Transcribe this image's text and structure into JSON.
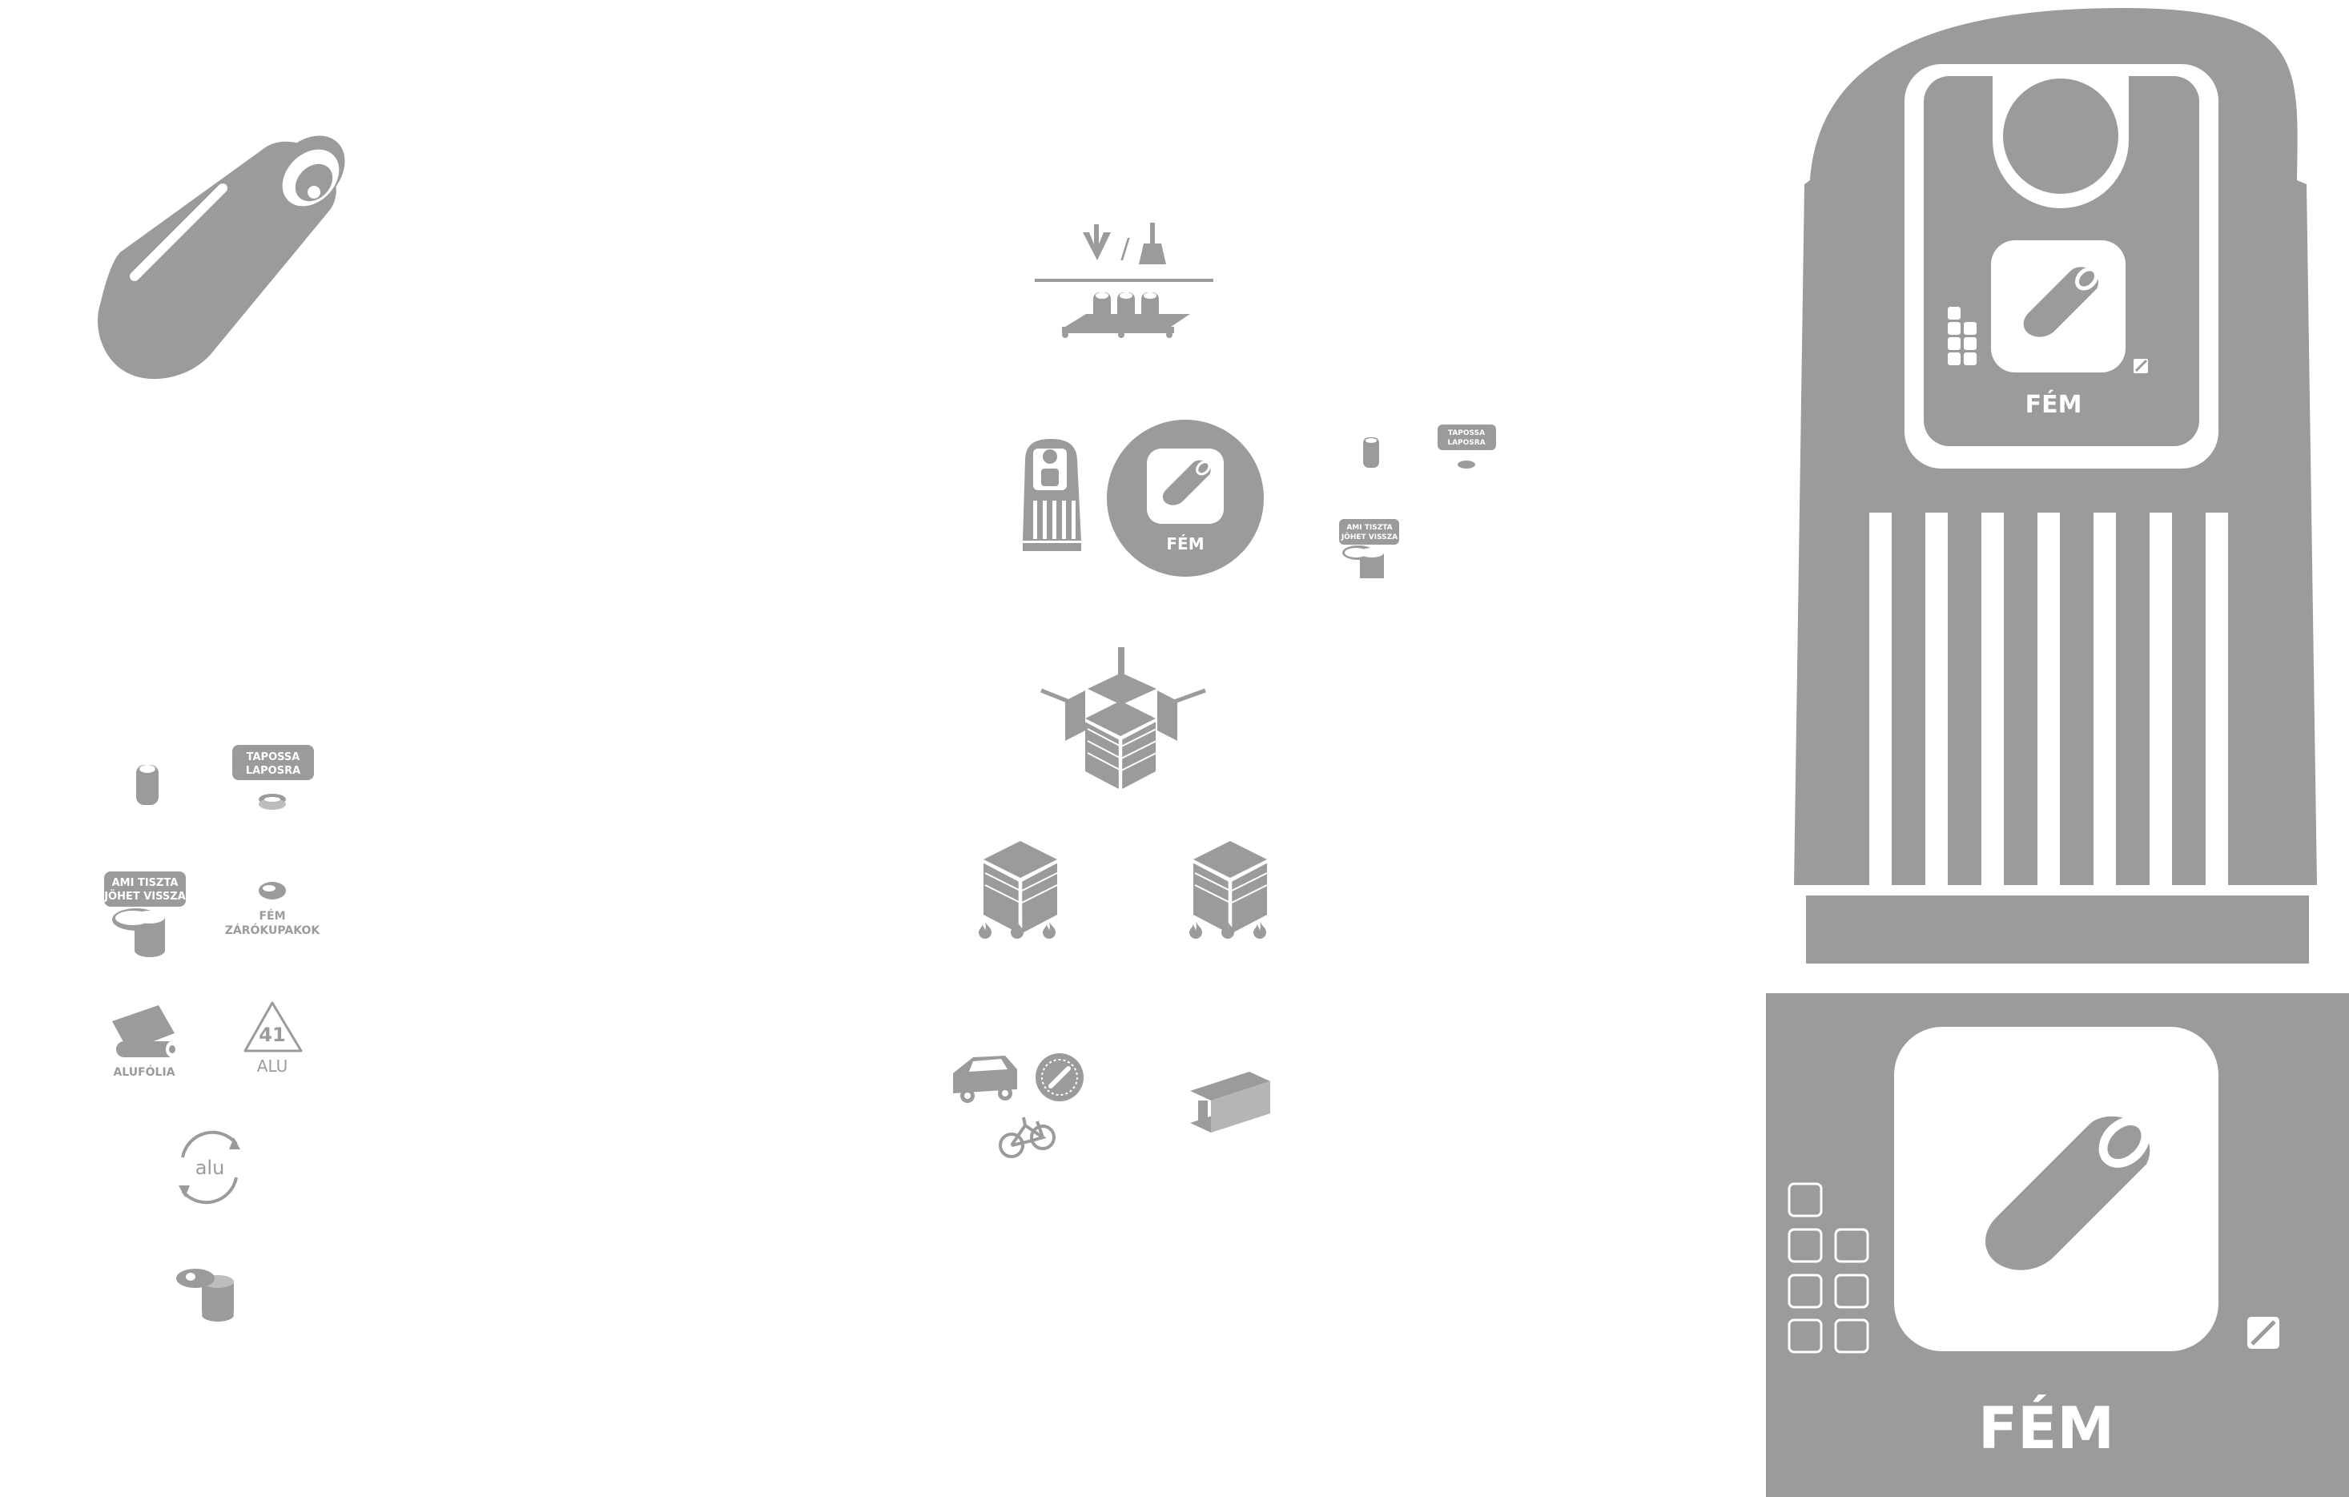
{
  "colors": {
    "gray": "#9b9b9b",
    "white": "#ffffff",
    "background": "#ffffff"
  },
  "labels": {
    "tapossa_line1": "TAPOSSA",
    "tapossa_line2": "LAPOSRA",
    "ami_tiszta_line1": "AMI TISZTA",
    "ami_tiszta_line2": "JÖHET VISSZA",
    "fem_line1": "FÉM",
    "fem_line2": "ZÁRÓKUPAKOK",
    "alufolia": "ALUFÓLIA",
    "recycle_code": "41",
    "recycle_material": "ALU",
    "alu_cycle": "alu",
    "separator": "/",
    "bin_circle_label": "FÉM",
    "bin_label": "FÉM",
    "panel_label": "FÉM"
  },
  "icons": [
    "can-icon",
    "flattened-can-icon",
    "open-tin-icon",
    "bottle-cap-icon",
    "foil-roll-icon",
    "recycling-triangle-icon",
    "alu-cycle-icon",
    "tin-with-lid-icon",
    "press-down-icon",
    "brush-icon",
    "conveyor-icon",
    "bin-icon",
    "press-machine-icon",
    "bale-icon",
    "flame-icon",
    "car-icon",
    "saw-blade-icon",
    "bicycle-icon",
    "steel-beam-icon",
    "no-paint-icon"
  ]
}
